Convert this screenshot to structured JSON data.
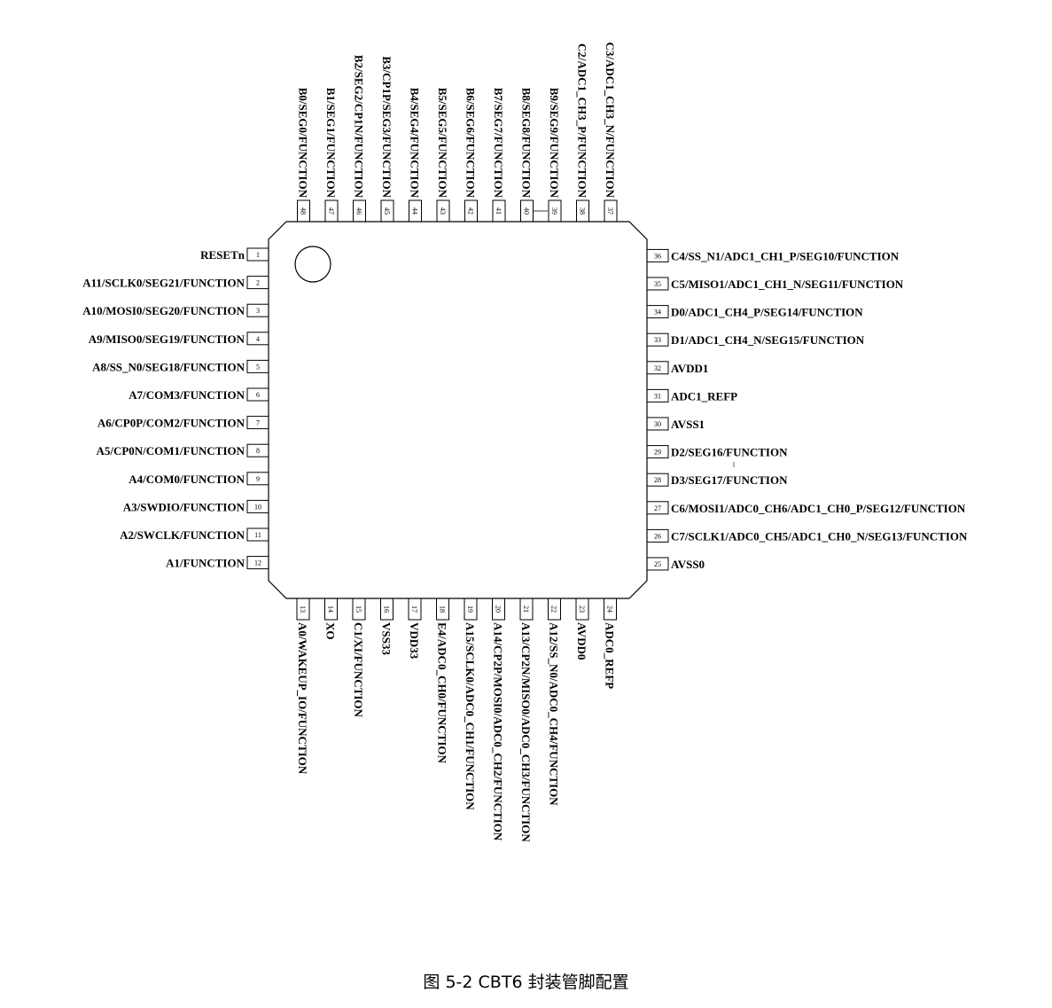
{
  "caption": "图  5-2 CBT6 封装管脚配置",
  "pins": {
    "left": [
      {
        "num": "1",
        "name": "RESETn"
      },
      {
        "num": "2",
        "name": "A11/SCLK0/SEG21/FUNCTION"
      },
      {
        "num": "3",
        "name": "A10/MOSI0/SEG20/FUNCTION"
      },
      {
        "num": "4",
        "name": "A9/MISO0/SEG19/FUNCTION"
      },
      {
        "num": "5",
        "name": "A8/SS_N0/SEG18/FUNCTION"
      },
      {
        "num": "6",
        "name": "A7/COM3/FUNCTION"
      },
      {
        "num": "7",
        "name": "A6/CP0P/COM2/FUNCTION"
      },
      {
        "num": "8",
        "name": "A5/CP0N/COM1/FUNCTION"
      },
      {
        "num": "9",
        "name": "A4/COM0/FUNCTION"
      },
      {
        "num": "10",
        "name": "A3/SWDIO/FUNCTION"
      },
      {
        "num": "11",
        "name": "A2/SWCLK/FUNCTION"
      },
      {
        "num": "12",
        "name": "A1/FUNCTION"
      }
    ],
    "bottom": [
      {
        "num": "13",
        "name": "A0/WAKEUP_IO/FUNCTION"
      },
      {
        "num": "14",
        "name": "XO"
      },
      {
        "num": "15",
        "name": "C1/XI/FUNCTION"
      },
      {
        "num": "16",
        "name": "VSS33"
      },
      {
        "num": "17",
        "name": "VDD33"
      },
      {
        "num": "18",
        "name": "E4/ADC0_CH0/FUNCTION"
      },
      {
        "num": "19",
        "name": "A15/SCLK0/ADC0_CH1/FUNCTION"
      },
      {
        "num": "20",
        "name": "A14/CP2P/MOSI0/ADC0_CH2/FUNCTION"
      },
      {
        "num": "21",
        "name": "A13/CP2N/MISO0/ADC0_CH3/FUNCTION"
      },
      {
        "num": "22",
        "name": "A12/SS_N0/ADC0_CH4/FUNCTION"
      },
      {
        "num": "23",
        "name": "AVDD0"
      },
      {
        "num": "24",
        "name": "ADC0_REFP"
      }
    ],
    "right": [
      {
        "num": "25",
        "name": "AVSS0"
      },
      {
        "num": "26",
        "name": "C7/SCLK1/ADC0_CH5/ADC1_CH0_N/SEG13/FUNCTION"
      },
      {
        "num": "27",
        "name": "C6/MOSI1/ADC0_CH6/ADC1_CH0_P/SEG12/FUNCTION"
      },
      {
        "num": "28",
        "name": "D3/SEG17/FUNCTION"
      },
      {
        "num": "29",
        "name": "D2/SEG16/FUNCTION"
      },
      {
        "num": "30",
        "name": "AVSS1"
      },
      {
        "num": "31",
        "name": "ADC1_REFP"
      },
      {
        "num": "32",
        "name": "AVDD1"
      },
      {
        "num": "33",
        "name": "D1/ADC1_CH4_N/SEG15/FUNCTION"
      },
      {
        "num": "34",
        "name": "D0/ADC1_CH4_P/SEG14/FUNCTION"
      },
      {
        "num": "35",
        "name": "C5/MISO1/ADC1_CH1_N/SEG11/FUNCTION"
      },
      {
        "num": "36",
        "name": "C4/SS_N1/ADC1_CH1_P/SEG10/FUNCTION"
      }
    ],
    "top": [
      {
        "num": "37",
        "name": "C3/ADC1_CH3_N/FUNCTION"
      },
      {
        "num": "38",
        "name": "C2/ADC1_CH3_P/FUNCTION"
      },
      {
        "num": "39",
        "name": "B9/SEG9/FUNCTION"
      },
      {
        "num": "40",
        "name": "B8/SEG8/FUNCTION"
      },
      {
        "num": "41",
        "name": "B7/SEG7/FUNCTION"
      },
      {
        "num": "42",
        "name": "B6/SEG6/FUNCTION"
      },
      {
        "num": "43",
        "name": "B5/SEG5/FUNCTION"
      },
      {
        "num": "44",
        "name": "B4/SEG4/FUNCTION"
      },
      {
        "num": "45",
        "name": "B3/CP1P/SEG3/FUNCTION"
      },
      {
        "num": "46",
        "name": "B2/SEG2/CP1N/FUNCTION"
      },
      {
        "num": "47",
        "name": "B1/SEG1/FUNCTION"
      },
      {
        "num": "48",
        "name": "B0/SEG0/FUNCTION"
      }
    ]
  }
}
